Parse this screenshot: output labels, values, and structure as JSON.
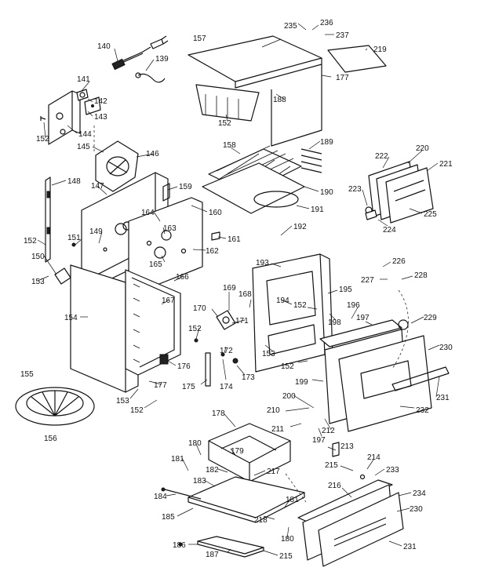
{
  "diagram": {
    "labels": [
      {
        "id": "n140",
        "text": "140"
      },
      {
        "id": "n139",
        "text": "139"
      },
      {
        "id": "n141",
        "text": "141"
      },
      {
        "id": "n142",
        "text": "142"
      },
      {
        "id": "n143",
        "text": "143"
      },
      {
        "id": "n152a",
        "text": "152"
      },
      {
        "id": "n144",
        "text": "144"
      },
      {
        "id": "n145",
        "text": "145"
      },
      {
        "id": "n146",
        "text": "146"
      },
      {
        "id": "n148",
        "text": "148"
      },
      {
        "id": "n147",
        "text": "147"
      },
      {
        "id": "n159",
        "text": "159"
      },
      {
        "id": "n152b",
        "text": "152"
      },
      {
        "id": "n151",
        "text": "151"
      },
      {
        "id": "n149",
        "text": "149"
      },
      {
        "id": "n150",
        "text": "150"
      },
      {
        "id": "n153a",
        "text": "153"
      },
      {
        "id": "n154",
        "text": "154"
      },
      {
        "id": "n155",
        "text": "155"
      },
      {
        "id": "n156",
        "text": "156"
      },
      {
        "id": "n157",
        "text": "157"
      },
      {
        "id": "n235",
        "text": "235"
      },
      {
        "id": "n236",
        "text": "236"
      },
      {
        "id": "n237",
        "text": "237"
      },
      {
        "id": "n219",
        "text": "219"
      },
      {
        "id": "n177a",
        "text": "177"
      },
      {
        "id": "n188",
        "text": "188"
      },
      {
        "id": "n152c",
        "text": "152"
      },
      {
        "id": "n158",
        "text": "158"
      },
      {
        "id": "n189",
        "text": "189"
      },
      {
        "id": "n190",
        "text": "190"
      },
      {
        "id": "n191",
        "text": "191"
      },
      {
        "id": "n192",
        "text": "192"
      },
      {
        "id": "n160",
        "text": "160"
      },
      {
        "id": "n164",
        "text": "164"
      },
      {
        "id": "n163",
        "text": "163"
      },
      {
        "id": "n161",
        "text": "161"
      },
      {
        "id": "n162",
        "text": "162"
      },
      {
        "id": "n165",
        "text": "165"
      },
      {
        "id": "n166",
        "text": "166"
      },
      {
        "id": "n167",
        "text": "167"
      },
      {
        "id": "n222",
        "text": "222"
      },
      {
        "id": "n220",
        "text": "220"
      },
      {
        "id": "n221",
        "text": "221"
      },
      {
        "id": "n223",
        "text": "223"
      },
      {
        "id": "n225",
        "text": "225"
      },
      {
        "id": "n224",
        "text": "224"
      },
      {
        "id": "n193",
        "text": "193"
      },
      {
        "id": "n169",
        "text": "169"
      },
      {
        "id": "n168",
        "text": "168"
      },
      {
        "id": "n194",
        "text": "194"
      },
      {
        "id": "n152d",
        "text": "152"
      },
      {
        "id": "n195",
        "text": "195"
      },
      {
        "id": "n198",
        "text": "198"
      },
      {
        "id": "n170",
        "text": "170"
      },
      {
        "id": "n171",
        "text": "171"
      },
      {
        "id": "n152e",
        "text": "152"
      },
      {
        "id": "n172",
        "text": "172"
      },
      {
        "id": "n153b",
        "text": "153"
      },
      {
        "id": "n152f",
        "text": "152"
      },
      {
        "id": "n173",
        "text": "173"
      },
      {
        "id": "n174",
        "text": "174"
      },
      {
        "id": "n175",
        "text": "175"
      },
      {
        "id": "n176",
        "text": "176"
      },
      {
        "id": "n177b",
        "text": "177"
      },
      {
        "id": "n153c",
        "text": "153"
      },
      {
        "id": "n152g",
        "text": "152"
      },
      {
        "id": "n226",
        "text": "226"
      },
      {
        "id": "n227",
        "text": "227"
      },
      {
        "id": "n228",
        "text": "228"
      },
      {
        "id": "n196",
        "text": "196"
      },
      {
        "id": "n197a",
        "text": "197"
      },
      {
        "id": "n229",
        "text": "229"
      },
      {
        "id": "n230a",
        "text": "230"
      },
      {
        "id": "n199",
        "text": "199"
      },
      {
        "id": "n231a",
        "text": "231"
      },
      {
        "id": "n200",
        "text": "200"
      },
      {
        "id": "n210",
        "text": "210"
      },
      {
        "id": "n232",
        "text": "232"
      },
      {
        "id": "n211",
        "text": "211"
      },
      {
        "id": "n212",
        "text": "212"
      },
      {
        "id": "n197b",
        "text": "197"
      },
      {
        "id": "n178",
        "text": "178"
      },
      {
        "id": "n180a",
        "text": "180"
      },
      {
        "id": "n181a",
        "text": "181"
      },
      {
        "id": "n179",
        "text": "179"
      },
      {
        "id": "n182",
        "text": "182"
      },
      {
        "id": "n183",
        "text": "183"
      },
      {
        "id": "n217",
        "text": "217"
      },
      {
        "id": "n184",
        "text": "184"
      },
      {
        "id": "n185",
        "text": "185"
      },
      {
        "id": "n181b",
        "text": "181"
      },
      {
        "id": "n218",
        "text": "218"
      },
      {
        "id": "n180b",
        "text": "180"
      },
      {
        "id": "n186",
        "text": "186"
      },
      {
        "id": "n187",
        "text": "187"
      },
      {
        "id": "n215a",
        "text": "215"
      },
      {
        "id": "n213",
        "text": "213"
      },
      {
        "id": "n214",
        "text": "214"
      },
      {
        "id": "n215b",
        "text": "215"
      },
      {
        "id": "n233",
        "text": "233"
      },
      {
        "id": "n216",
        "text": "216"
      },
      {
        "id": "n234",
        "text": "234"
      },
      {
        "id": "n230b",
        "text": "230"
      },
      {
        "id": "n231b",
        "text": "231"
      }
    ]
  }
}
